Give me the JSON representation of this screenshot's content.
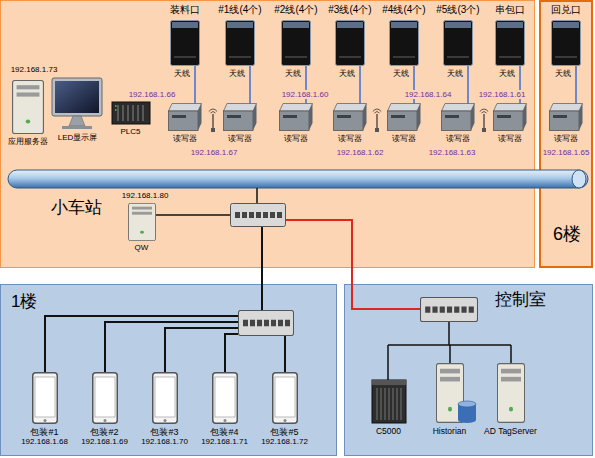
{
  "diagram": {
    "nodes": [
      {
        "text": [
          "小车站"
        ]
      },
      {
        "text": [
          "应用服务器"
        ],
        "in": 0
      },
      {
        "text": [
          "LED显示屏"
        ],
        "in": 0
      },
      {
        "text": [
          "PLC5"
        ],
        "in": 0
      },
      {
        "text": [
          "天线"
        ],
        "in": 0
      },
      {
        "text": [
          "天线"
        ],
        "in": 0
      },
      {
        "text": [
          "天线"
        ],
        "in": 0
      },
      {
        "text": [
          "天线"
        ],
        "in": 0
      },
      {
        "text": [
          "天线"
        ],
        "in": 0
      },
      {
        "text": [
          "天线"
        ],
        "in": 0
      },
      {
        "text": [
          "天线"
        ],
        "in": 0
      },
      {
        "text": [
          "读写器"
        ],
        "in": 0
      },
      {
        "text": [
          "读写器"
        ],
        "in": 0
      },
      {
        "text": [
          "读写器"
        ],
        "in": 0
      },
      {
        "text": [
          "读写器"
        ],
        "in": 0
      },
      {
        "text": [
          "读写器"
        ],
        "in": 0
      },
      {
        "text": [
          "读写器"
        ],
        "in": 0
      },
      {
        "text": [
          "读写器"
        ],
        "in": 0
      },
      {
        "text": [
          "QW"
        ],
        "in": 0
      },
      {
        "text": [
          "6楼"
        ]
      },
      {
        "text": [
          "天线"
        ],
        "in": 19
      },
      {
        "text": [
          "读写器"
        ],
        "in": 19
      },
      {
        "text": [
          "1楼"
        ]
      },
      {
        "text": [
          "包装#1",
          "192.168.1.68"
        ],
        "in": 22
      },
      {
        "text": [
          "包装#2",
          "192.168.1.69"
        ],
        "in": 22
      },
      {
        "text": [
          "包装#3",
          "192.168.1.70"
        ],
        "in": 22
      },
      {
        "text": [
          "包装#4",
          "192.168.1.71"
        ],
        "in": 22
      },
      {
        "text": [
          "包装#5",
          "192.168.1.72"
        ],
        "in": 22
      },
      {
        "text": [
          "控制室"
        ]
      },
      {
        "text": [
          "C5000"
        ],
        "in": 28
      },
      {
        "text": [
          "Historian"
        ],
        "in": 28
      },
      {
        "text": [
          "AD TagServer"
        ],
        "in": 28
      }
    ],
    "labels": [
      "装料口",
      "#1线(4个)",
      "#2线(4个)",
      "#3线(4个)",
      "#4线(4个)",
      "#5线(3个)",
      "串包口",
      "回兑口",
      "192.168.1.73",
      "192.168.1.66",
      "192.168.1.60",
      "192.168.1.64",
      "192.168.1.61",
      "192.168.1.67",
      "192.168.1.62",
      "192.168.1.63",
      "192.168.1.65",
      "192.168.1.80"
    ]
  }
}
